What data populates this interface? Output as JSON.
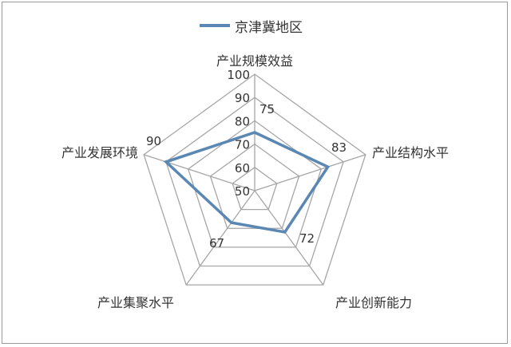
{
  "chart_data": {
    "type": "radar",
    "title": "",
    "categories": [
      "产业规模效益",
      "产业结构水平",
      "产业创新能力",
      "产业集聚水平",
      "产业发展环境"
    ],
    "series": [
      {
        "name": "京津冀地区",
        "values": [
          75,
          83,
          72,
          67,
          90
        ],
        "color": "#5b87b3"
      }
    ],
    "rlim": [
      50,
      100
    ],
    "ticks": [
      "50",
      "60",
      "70",
      "80",
      "90",
      "100"
    ],
    "data_labels": [
      "75",
      "83",
      "72",
      "67",
      "90"
    ],
    "grid": true,
    "grid_color": "#a6a6a6",
    "legend": "top"
  }
}
